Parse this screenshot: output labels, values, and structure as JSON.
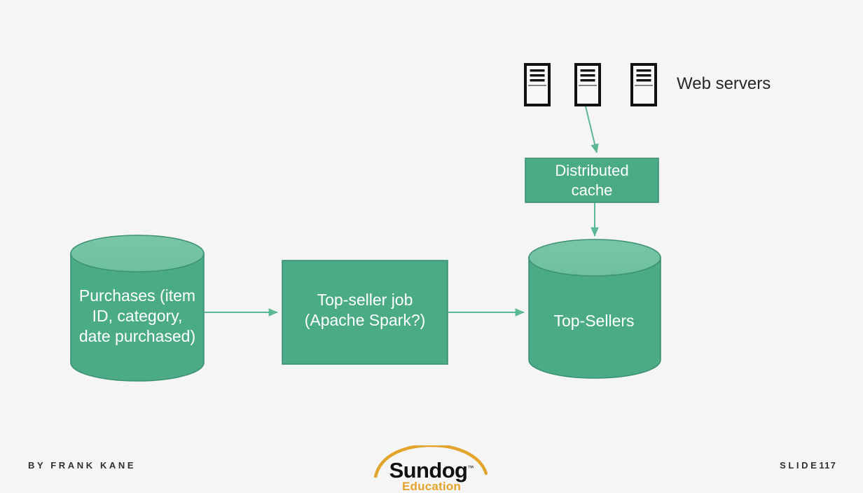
{
  "slide": {
    "background_color": "#f4f5f4",
    "footer": {
      "author": "BY FRANK KANE",
      "slide_word": "SLIDE",
      "slide_number": "117"
    },
    "logo": {
      "name": "Sundog",
      "trademark": "™",
      "subtitle": "Education",
      "arc_color": "#e3a42b",
      "word_color": "#111111"
    }
  },
  "diagram": {
    "type": "flow-architecture",
    "colors": {
      "fill": "#4aab86",
      "fill_top": "#74c3a4",
      "stroke": "#3d9273",
      "arrow": "#5cb894",
      "text": "#ffffff",
      "icon_stroke": "#121212"
    },
    "web_servers": {
      "label": "Web servers",
      "count": 3,
      "icon": "server-icon"
    },
    "nodes": [
      {
        "id": "purchases",
        "shape": "cylinder",
        "label": "Purchases (item\nID, category,\ndate purchased)"
      },
      {
        "id": "top-seller-job",
        "shape": "rectangle",
        "label": "Top-seller job\n(Apache Spark?)"
      },
      {
        "id": "top-sellers",
        "shape": "cylinder",
        "label": "Top-Sellers"
      },
      {
        "id": "distributed-cache",
        "shape": "rectangle",
        "label": "Distributed\ncache"
      }
    ],
    "edges": [
      {
        "from": "purchases",
        "to": "top-seller-job",
        "direction": "right"
      },
      {
        "from": "top-seller-job",
        "to": "top-sellers",
        "direction": "right"
      },
      {
        "from": "web-servers",
        "to": "distributed-cache",
        "direction": "down"
      },
      {
        "from": "distributed-cache",
        "to": "top-sellers",
        "direction": "down"
      }
    ]
  }
}
